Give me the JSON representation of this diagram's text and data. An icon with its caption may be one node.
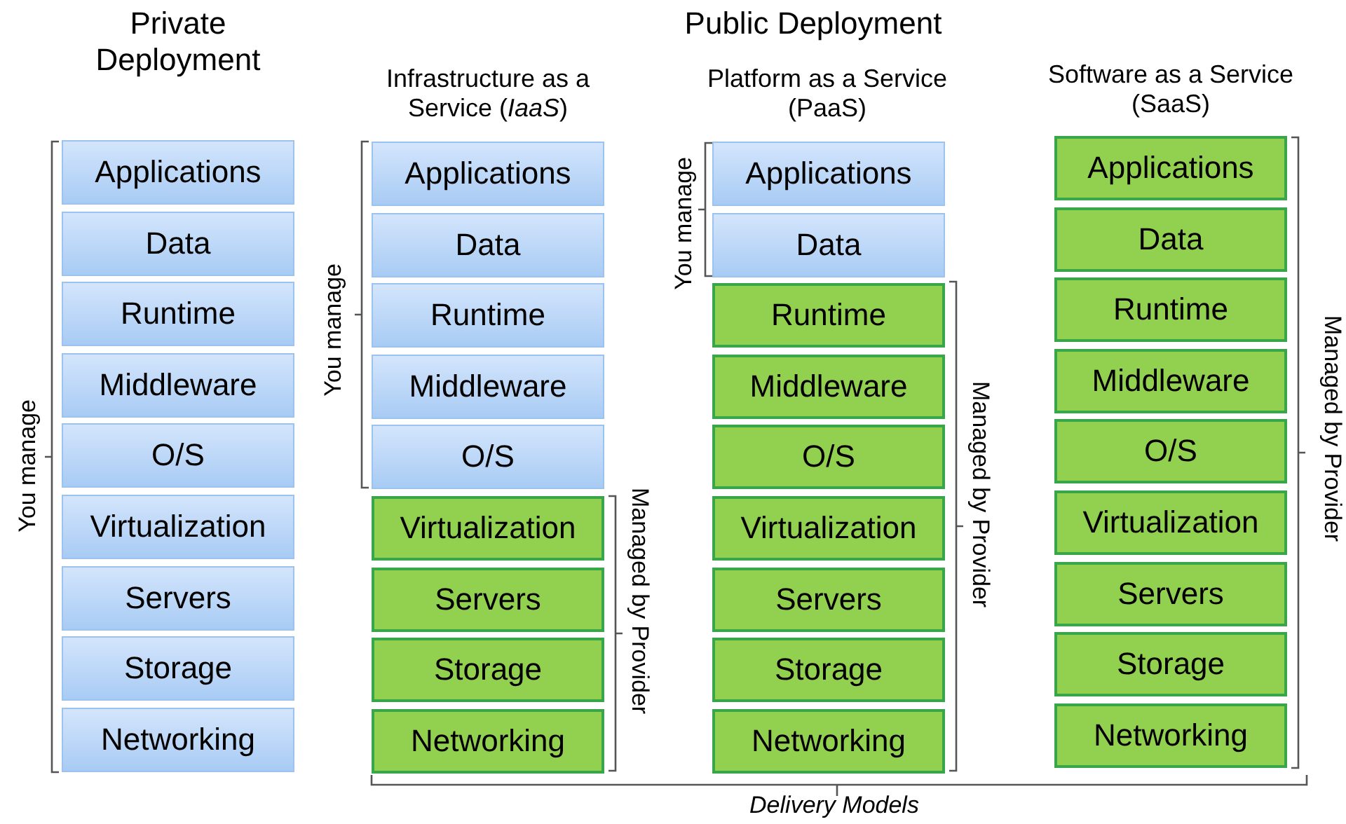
{
  "diagram": {
    "nodes": [
      {
        "text": [
          "Applications"
        ]
      },
      {
        "text": [
          "Data"
        ]
      },
      {
        "text": [
          "Runtime"
        ]
      },
      {
        "text": [
          "Middleware"
        ]
      },
      {
        "text": [
          "O/S"
        ]
      },
      {
        "text": [
          "Virtualization"
        ]
      },
      {
        "text": [
          "Servers"
        ]
      },
      {
        "text": [
          "Storage"
        ]
      },
      {
        "text": [
          "Networking"
        ]
      },
      {
        "text": [
          "Applications"
        ]
      },
      {
        "text": [
          "Data"
        ]
      },
      {
        "text": [
          "Runtime"
        ]
      },
      {
        "text": [
          "Middleware"
        ]
      },
      {
        "text": [
          "O/S"
        ]
      },
      {
        "text": [
          "Virtualization"
        ]
      },
      {
        "text": [
          "Servers"
        ]
      },
      {
        "text": [
          "Storage"
        ]
      },
      {
        "text": [
          "Networking"
        ]
      },
      {
        "text": [
          "Applications"
        ]
      },
      {
        "text": [
          "Data"
        ]
      },
      {
        "text": [
          "Runtime"
        ]
      },
      {
        "text": [
          "Middleware"
        ]
      },
      {
        "text": [
          "O/S"
        ]
      },
      {
        "text": [
          "Virtualization"
        ]
      },
      {
        "text": [
          "Servers"
        ]
      },
      {
        "text": [
          "Storage"
        ]
      },
      {
        "text": [
          "Networking"
        ]
      },
      {
        "text": [
          "Applications"
        ]
      },
      {
        "text": [
          "Data"
        ]
      },
      {
        "text": [
          "Runtime"
        ]
      },
      {
        "text": [
          "Middleware"
        ]
      },
      {
        "text": [
          "O/S"
        ]
      },
      {
        "text": [
          "Virtualization"
        ]
      },
      {
        "text": [
          "Servers"
        ]
      },
      {
        "text": [
          "Storage"
        ]
      },
      {
        "text": [
          "Networking"
        ]
      }
    ],
    "labels": [
      "Private Deployment",
      "Public Deployment",
      "Infrastructure as a Service (*IaaS*)",
      "Platform as a Service (PaaS)",
      "Software as a Service (SaaS)",
      "You manage",
      "You manage",
      "Managed by Provider",
      "You manage",
      "Managed by Provider",
      "Managed by Provider",
      "Delivery Models"
    ]
  }
}
